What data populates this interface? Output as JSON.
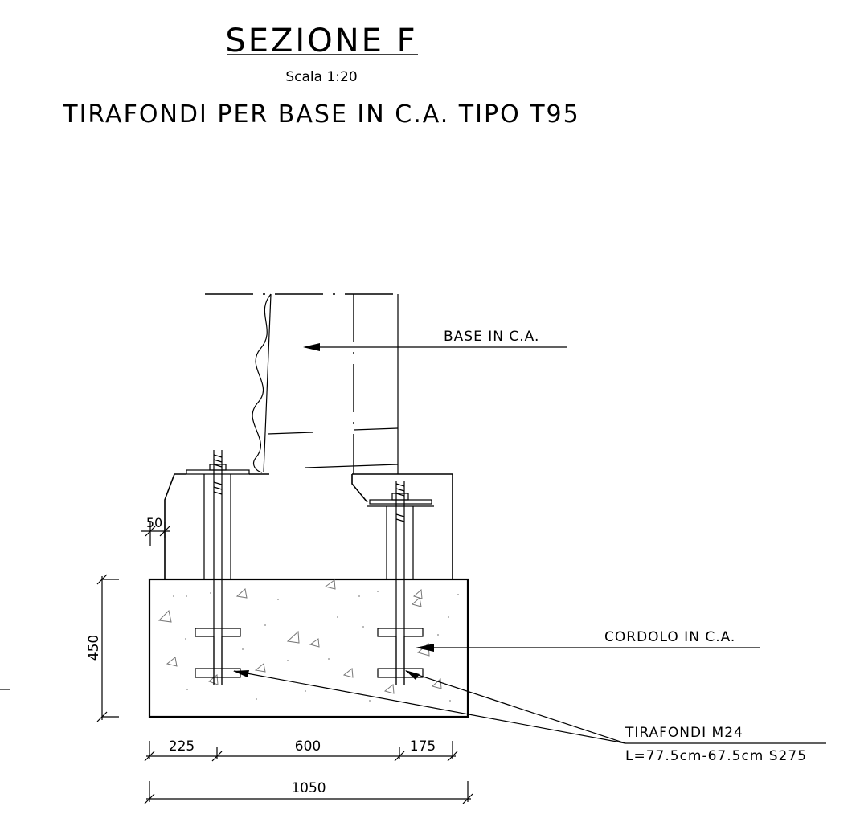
{
  "title": "SEZIONE F",
  "scale": "Scala 1:20",
  "subtitle": "TIRAFONDI PER BASE IN C.A. TIPO T95",
  "labels": {
    "base": "BASE IN C.A.",
    "cordolo": "CORDOLO IN C.A.",
    "tirafondi_line1": "TIRAFONDI M24",
    "tirafondi_line2": "L=77.5cm-67.5cm  S275"
  },
  "dimensions": {
    "height": "450",
    "offset": "50",
    "seg1": "225",
    "seg2": "600",
    "seg3": "175",
    "total": "1050"
  }
}
